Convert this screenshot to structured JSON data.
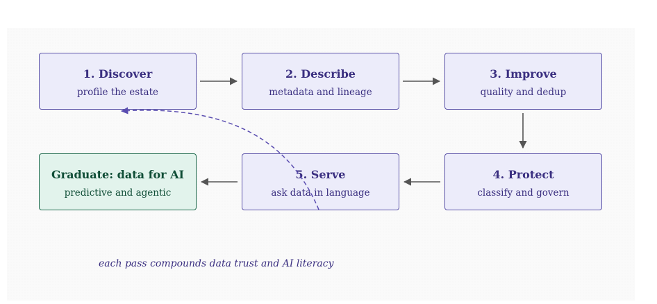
{
  "nodes": [
    {
      "id": "discover",
      "title": "1. Discover",
      "subtitle": "profile the estate"
    },
    {
      "id": "describe",
      "title": "2. Describe",
      "subtitle": "metadata and lineage"
    },
    {
      "id": "improve",
      "title": "3. Improve",
      "subtitle": "quality and dedup"
    },
    {
      "id": "protect",
      "title": "4. Protect",
      "subtitle": "classify and govern"
    },
    {
      "id": "serve",
      "title": "5. Serve",
      "subtitle": "ask data in language"
    },
    {
      "id": "graduate",
      "title": "Graduate: data for AI",
      "subtitle": "predictive and agentic"
    }
  ],
  "edges": [
    {
      "from": "discover",
      "to": "describe",
      "style": "solid"
    },
    {
      "from": "describe",
      "to": "improve",
      "style": "solid"
    },
    {
      "from": "improve",
      "to": "protect",
      "style": "solid"
    },
    {
      "from": "protect",
      "to": "serve",
      "style": "solid"
    },
    {
      "from": "serve",
      "to": "graduate",
      "style": "solid"
    },
    {
      "from": "serve",
      "to": "discover",
      "style": "dashed"
    }
  ],
  "caption": "each pass compounds data trust and AI literacy",
  "colors": {
    "node_fill": "#ececfa",
    "node_border": "#5a52a8",
    "node_text": "#3a2f80",
    "graduate_fill": "#e2f3ec",
    "graduate_border": "#1f6b4e",
    "graduate_text": "#0f4d36",
    "arrow": "#555555",
    "loop_arrow": "#5a4db0"
  }
}
